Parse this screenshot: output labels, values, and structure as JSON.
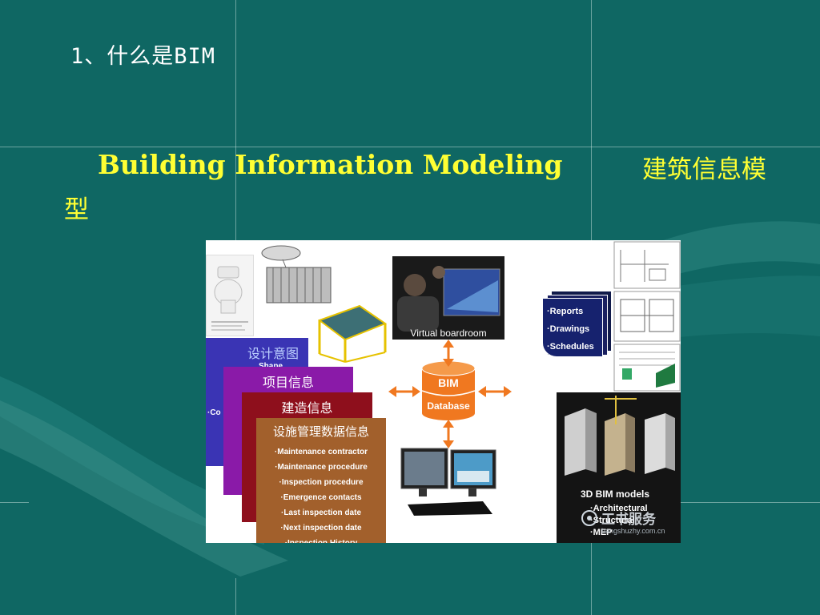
{
  "slide": {
    "title": "1、什么是BIM",
    "subtitle_en": "Building Information Modeling",
    "subtitle_cn_part1": "建筑信息模",
    "subtitle_cn_part2": "型"
  },
  "diagram": {
    "center": {
      "line1": "BIM",
      "line2": "Database"
    },
    "virtual_boardroom": "Virtual boardroom",
    "documents": [
      "·Reports",
      "·Drawings",
      "·Schedules"
    ],
    "cards": [
      {
        "title": "设计意图",
        "fragment_top": "Shape",
        "fragment_left": "·Co",
        "color": "#3a34b4"
      },
      {
        "title": "项目信息",
        "color": "#8a1aa8"
      },
      {
        "title": "建造信息",
        "color": "#8e0f1c"
      },
      {
        "title": "设施管理数据信息",
        "color": "#a2602c",
        "items": [
          "·Maintenance contractor",
          "·Maintenance procedure",
          "·Inspection procedure",
          "·Emergence contacts",
          "·Last inspection date",
          "·Next inspection date",
          "·Inspection History"
        ]
      }
    ],
    "models": {
      "title": "3D BIM models",
      "items": [
        "·Architectural",
        "·Structural",
        "·MEP"
      ]
    },
    "watermark": {
      "text": "工书服务",
      "url": "bangshuzhy.com.cn"
    },
    "accent_orange": "#f07820"
  }
}
